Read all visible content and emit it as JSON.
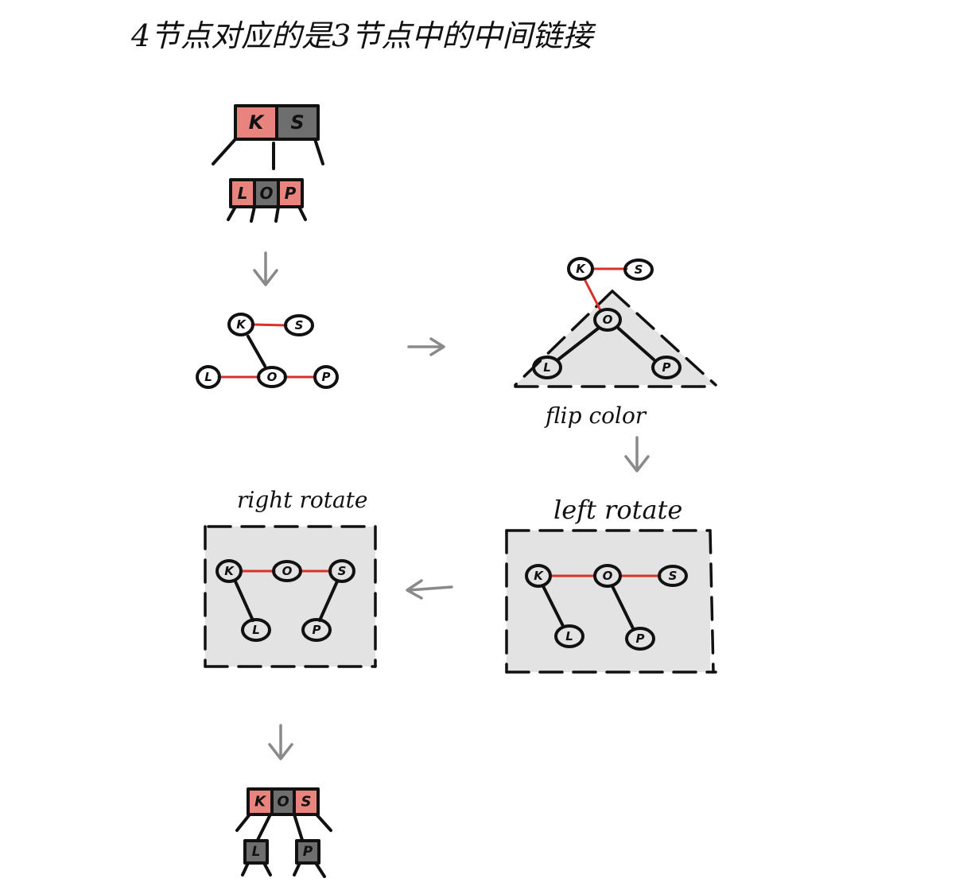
{
  "title": "4节点对应的是3节点中的中间链接",
  "labels": {
    "flip_color": "flip color",
    "left_rotate": "left rotate",
    "right_rotate": "right rotate"
  },
  "keys": {
    "K": "K",
    "S": "S",
    "L": "L",
    "O": "O",
    "P": "P"
  },
  "colors": {
    "red_node": "#e9837e",
    "black_node": "#6e6e6e",
    "red_link": "#d9322a",
    "arrow": "#8a8a8a",
    "panel_fill": "#e3e3e3",
    "ink": "#111111"
  }
}
